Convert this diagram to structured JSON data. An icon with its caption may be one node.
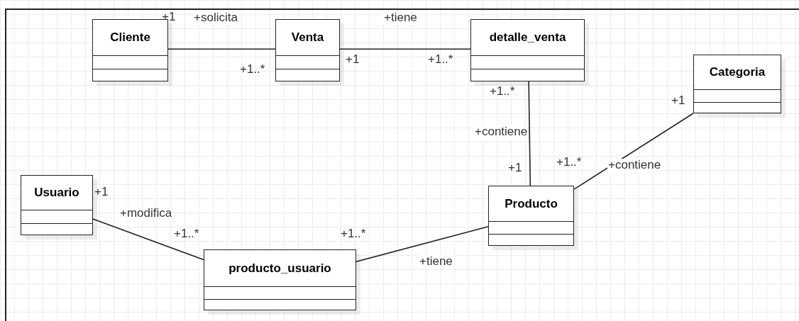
{
  "diagram": {
    "nodes": [
      {
        "text": [
          "Cliente"
        ]
      },
      {
        "text": [
          "Venta"
        ]
      },
      {
        "text": [
          "detalle_venta"
        ]
      },
      {
        "text": [
          "Categoria"
        ]
      },
      {
        "text": [
          "Usuario"
        ]
      },
      {
        "text": [
          "Producto"
        ]
      },
      {
        "text": [
          "producto_usuario"
        ]
      }
    ],
    "edges": [
      {
        "from": 0,
        "to": 1,
        "arrow": "none",
        "label": "+solicita"
      },
      {
        "from": 1,
        "to": 2,
        "arrow": "none",
        "label": "+tiene"
      },
      {
        "from": 2,
        "to": 5,
        "arrow": "none",
        "label": "+contiene"
      },
      {
        "from": 3,
        "to": 5,
        "arrow": "none",
        "label": "+contiene"
      },
      {
        "from": 4,
        "to": 6,
        "arrow": "none",
        "label": "+modifica"
      },
      {
        "from": 6,
        "to": 5,
        "arrow": "none",
        "label": "+tiene"
      }
    ],
    "labels": [
      "+1",
      "+1..*",
      "+1",
      "+1..*",
      "+1..*",
      "+1",
      "+1..*",
      "+1",
      "+1",
      "+1..*",
      "+1..*"
    ]
  }
}
